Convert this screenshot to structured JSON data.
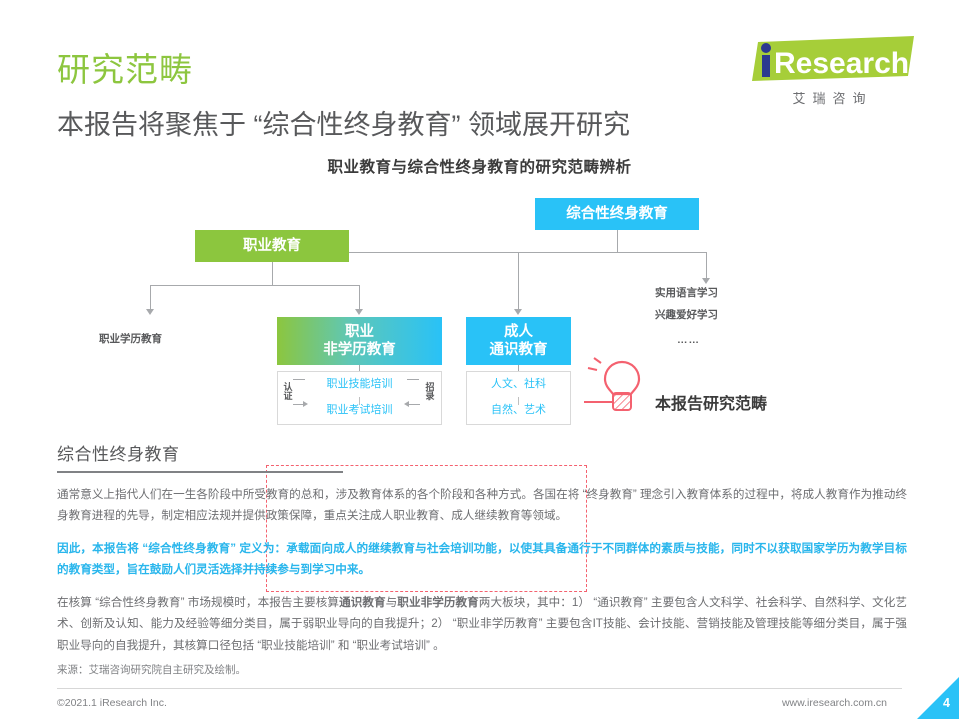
{
  "header": {
    "title": "研究范畴",
    "subtitle": "本报告将聚焦于 “综合性终身教育” 领域展开研究",
    "logo_en": "iResearch",
    "logo_cn": "艾瑞咨询"
  },
  "chart_data": {
    "type": "diagram",
    "title": "职业教育与综合性终身教育的研究范畴辨析",
    "nodes": {
      "lifelong": "综合性终身教育",
      "vocational": "职业教育",
      "voc_degree": "职业学历教育",
      "voc_nondegree": "职业\n非学历教育",
      "adult_general": "成人\n通识教育"
    },
    "voc_nondegree_line1": "职业",
    "voc_nondegree_line2": "非学历教育",
    "adult_general_line1": "成人",
    "adult_general_line2": "通识教育",
    "voc_sub": [
      "职业技能培训",
      "职业考试培训"
    ],
    "voc_side_left": "认证",
    "voc_side_right": "招录",
    "adult_sub": [
      "人文、社科",
      "自然、艺术"
    ],
    "lifelong_leaves": [
      "实用语言学习",
      "兴趣爱好学习",
      "……"
    ],
    "callout": "本报告研究范畴",
    "colors": {
      "lifelong": "#29c2f7",
      "vocational": "#8cc63e",
      "gradient_from": "#8cc63e",
      "gradient_to": "#29c2f7",
      "dashed_border": "#f4616f",
      "bulb": "#f4616f",
      "connector": "#a7a9ac"
    }
  },
  "body": {
    "section_heading": "综合性终身教育",
    "paragraph_1": "通常意义上指代人们在一生各阶段中所受教育的总和，涉及教育体系的各个阶段和各种方式。各国在将 “终身教育” 理念引入教育体系的过程中，将成人教育作为推动终身教育进程的先导，制定相应法规并提供政策保障，重点关注成人职业教育、成人继续教育等领域。",
    "paragraph_2_highlight": "因此，本报告将 “综合性终身教育” 定义为：承载面向成人的继续教育与社会培训功能，以使其具备通行于不同群体的素质与技能，同时不以获取国家学历为教学目标的教育类型，旨在鼓励人们灵活选择并持续参与到学习中来。",
    "paragraph_3_a": "在核算 “综合性终身教育” 市场规模时，本报告主要核算",
    "paragraph_3_b1": "通识教育",
    "paragraph_3_c": "与",
    "paragraph_3_b2": "职业非学历教育",
    "paragraph_3_d": "两大板块，其中：1） “通识教育” 主要包含人文科学、社会科学、自然科学、文化艺术、创新及认知、能力及经验等细分类目，属于弱职业导向的自我提升；2） “职业非学历教育” 主要包含IT技能、会计技能、营销技能及管理技能等细分类目，属于强职业导向的自我提升，其核算口径包括 “职业技能培训” 和 “职业考试培训” 。",
    "source": "来源：艾瑞咨询研究院自主研究及绘制。"
  },
  "footer": {
    "copyright": "©2021.1 iResearch Inc.",
    "website": "www.iresearch.com.cn",
    "page_number": "4"
  }
}
